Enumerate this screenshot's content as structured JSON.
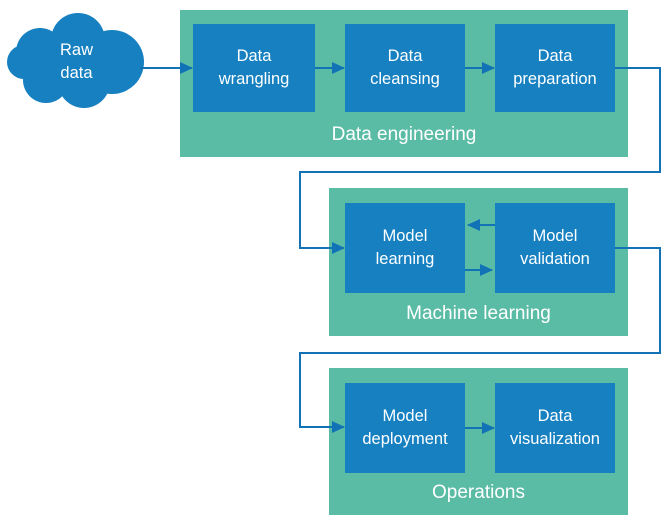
{
  "cloud": {
    "label": "Raw\ndata"
  },
  "sections": [
    {
      "label": "Data engineering",
      "boxes": [
        {
          "label": "Data\nwrangling"
        },
        {
          "label": "Data\ncleansing"
        },
        {
          "label": "Data\npreparation"
        }
      ]
    },
    {
      "label": "Machine learning",
      "boxes": [
        {
          "label": "Model\nlearning"
        },
        {
          "label": "Model\nvalidation"
        }
      ]
    },
    {
      "label": "Operations",
      "boxes": [
        {
          "label": "Model\ndeployment"
        },
        {
          "label": "Data\nvisualization"
        }
      ]
    }
  ],
  "connections": [
    {
      "from": "Raw data",
      "to": "Data wrangling"
    },
    {
      "from": "Data wrangling",
      "to": "Data cleansing"
    },
    {
      "from": "Data cleansing",
      "to": "Data preparation"
    },
    {
      "from": "Data preparation",
      "to": "Model learning"
    },
    {
      "from": "Model validation",
      "to": "Model learning"
    },
    {
      "from": "Model learning",
      "to": "Model validation"
    },
    {
      "from": "Model validation",
      "to": "Model deployment"
    },
    {
      "from": "Model deployment",
      "to": "Data visualization"
    }
  ],
  "colors": {
    "node_blue": "#1680c1",
    "container_teal": "#5bbca6",
    "connector_blue": "#1173b5",
    "text": "#ffffff"
  }
}
